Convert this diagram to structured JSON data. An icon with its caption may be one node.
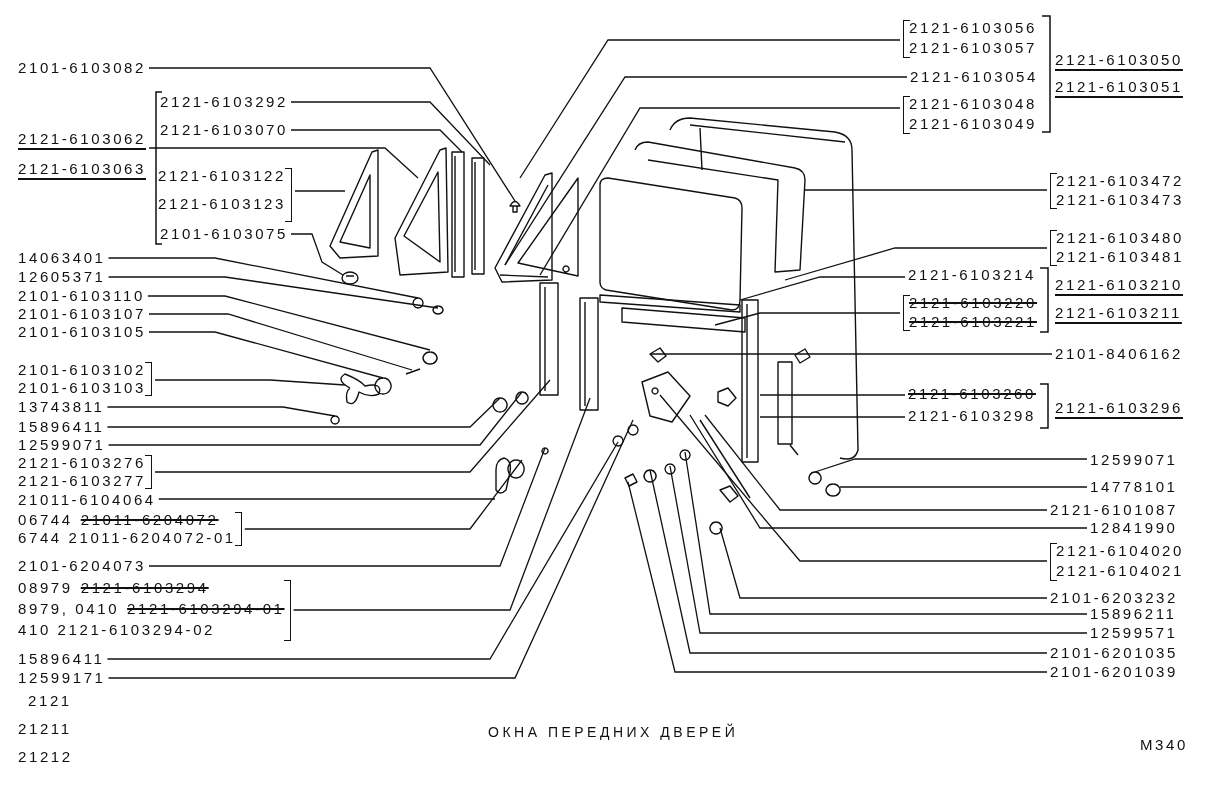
{
  "diagram": {
    "caption": "ОКНА ПЕРЕДНИХ ДВЕРЕЙ",
    "nodes": [
      {
        "text": [
          "2101-6103082"
        ]
      },
      {
        "text": [
          "2121-6103062",
          "2121-6103063"
        ]
      },
      {
        "text": [
          "2121-6103292"
        ]
      },
      {
        "text": [
          "2121-6103070"
        ]
      },
      {
        "text": [
          "2121-6103122",
          "2121-6103123"
        ]
      },
      {
        "text": [
          "2101-6103075"
        ]
      },
      {
        "text": [
          "14063401"
        ]
      },
      {
        "text": [
          "12605371"
        ]
      },
      {
        "text": [
          "2101-6103110"
        ]
      },
      {
        "text": [
          "2101-6103107"
        ]
      },
      {
        "text": [
          "2101-6103105"
        ]
      },
      {
        "text": [
          "2101-6103102",
          "2101-6103103"
        ]
      },
      {
        "text": [
          "13743811"
        ]
      },
      {
        "text": [
          "15896411"
        ]
      },
      {
        "text": [
          "12599071"
        ]
      },
      {
        "text": [
          "2121-6103276",
          "2121-6103277"
        ]
      },
      {
        "text": [
          "21011-6104064"
        ]
      },
      {
        "text": [
          "06744",
          "21011-6204072",
          "6744 21011-6204072-01"
        ]
      },
      {
        "text": [
          "2101-6204073"
        ]
      },
      {
        "text": [
          "08979",
          "2121-6103294",
          "8979, 0410",
          "2121-6103294-01",
          "410 2121-6103294-02"
        ]
      },
      {
        "text": [
          "15896411"
        ]
      },
      {
        "text": [
          "12599171"
        ]
      },
      {
        "text": [
          "2121-6103056",
          "2121-6103057"
        ]
      },
      {
        "text": [
          "2121-6103054"
        ]
      },
      {
        "text": [
          "2121-6103048",
          "2121-6103049"
        ]
      },
      {
        "text": [
          "2121-6103472",
          "2121-6103473"
        ]
      },
      {
        "text": [
          "2121-6103480",
          "2121-6103481"
        ]
      },
      {
        "text": [
          "2121-6103214"
        ]
      },
      {
        "text": [
          "2121-6103220",
          "2121-6103221"
        ]
      },
      {
        "text": [
          "2101-8406162"
        ]
      },
      {
        "text": [
          "2121-6103260",
          "2121-6103298"
        ]
      },
      {
        "text": [
          "12599071"
        ]
      },
      {
        "text": [
          "14778101"
        ]
      },
      {
        "text": [
          "2121-6101087"
        ]
      },
      {
        "text": [
          "12841990"
        ]
      },
      {
        "text": [
          "2121-6104020",
          "2121-6104021"
        ]
      },
      {
        "text": [
          "2101-6203232"
        ]
      },
      {
        "text": [
          "15896211"
        ]
      },
      {
        "text": [
          "12599571"
        ]
      },
      {
        "text": [
          "2101-6201035"
        ]
      },
      {
        "text": [
          "2101-6201039"
        ]
      }
    ],
    "edges": [
      {
        "from": 0,
        "to": null,
        "arrow": "none"
      },
      {
        "from": 1,
        "to": null,
        "arrow": "none"
      },
      {
        "from": 2,
        "to": null,
        "arrow": "none"
      },
      {
        "from": 3,
        "to": null,
        "arrow": "none"
      },
      {
        "from": 4,
        "to": null,
        "arrow": "none"
      },
      {
        "from": 5,
        "to": null,
        "arrow": "none"
      },
      {
        "from": 6,
        "to": null,
        "arrow": "none"
      },
      {
        "from": 7,
        "to": null,
        "arrow": "none"
      },
      {
        "from": 8,
        "to": null,
        "arrow": "none"
      },
      {
        "from": 9,
        "to": null,
        "arrow": "none"
      },
      {
        "from": 10,
        "to": null,
        "arrow": "none"
      },
      {
        "from": 11,
        "to": null,
        "arrow": "none"
      },
      {
        "from": 12,
        "to": null,
        "arrow": "none"
      },
      {
        "from": 13,
        "to": null,
        "arrow": "none"
      },
      {
        "from": 14,
        "to": null,
        "arrow": "none"
      },
      {
        "from": 15,
        "to": null,
        "arrow": "none"
      },
      {
        "from": 16,
        "to": null,
        "arrow": "none"
      },
      {
        "from": 17,
        "to": null,
        "arrow": "none"
      },
      {
        "from": 18,
        "to": null,
        "arrow": "none"
      },
      {
        "from": 19,
        "to": null,
        "arrow": "none"
      },
      {
        "from": 20,
        "to": null,
        "arrow": "none"
      },
      {
        "from": 21,
        "to": null,
        "arrow": "none"
      },
      {
        "from": 22,
        "to": null,
        "arrow": "none"
      },
      {
        "from": 23,
        "to": null,
        "arrow": "none"
      },
      {
        "from": 24,
        "to": null,
        "arrow": "none"
      },
      {
        "from": 25,
        "to": null,
        "arrow": "none"
      },
      {
        "from": 26,
        "to": null,
        "arrow": "none"
      },
      {
        "from": 27,
        "to": null,
        "arrow": "none"
      },
      {
        "from": 28,
        "to": null,
        "arrow": "none"
      },
      {
        "from": 29,
        "to": null,
        "arrow": "none"
      },
      {
        "from": 30,
        "to": null,
        "arrow": "none"
      },
      {
        "from": 30,
        "to": null,
        "arrow": "none"
      },
      {
        "from": 31,
        "to": null,
        "arrow": "none"
      },
      {
        "from": 32,
        "to": null,
        "arrow": "none"
      },
      {
        "from": 33,
        "to": null,
        "arrow": "none"
      },
      {
        "from": 34,
        "to": null,
        "arrow": "none"
      },
      {
        "from": 35,
        "to": null,
        "arrow": "none"
      },
      {
        "from": 36,
        "to": null,
        "arrow": "none"
      },
      {
        "from": 37,
        "to": null,
        "arrow": "none"
      },
      {
        "from": 38,
        "to": null,
        "arrow": "none"
      },
      {
        "from": 39,
        "to": null,
        "arrow": "none"
      },
      {
        "from": 40,
        "to": null,
        "arrow": "none"
      }
    ],
    "labels": [
      "2121-6103050",
      "2121-6103051",
      "2121-6103210",
      "2121-6103211",
      "2121-6103296",
      "2121",
      "21211",
      "21212",
      "М340"
    ]
  }
}
